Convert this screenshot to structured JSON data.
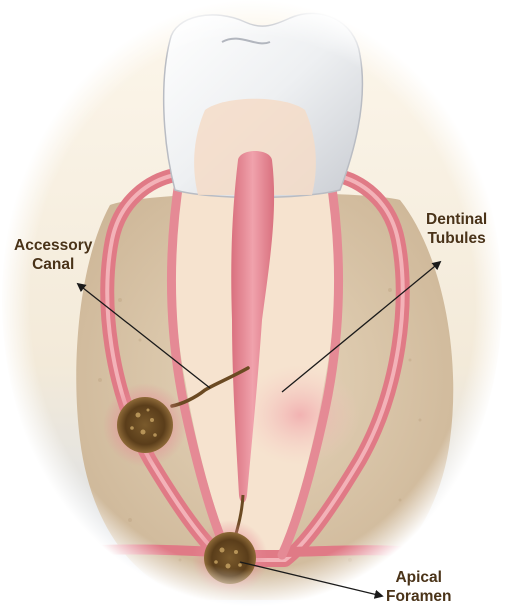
{
  "labels": {
    "accessory_canal": {
      "line1": "Accessory",
      "line2": "Canal"
    },
    "dentinal_tubules": {
      "line1": "Dentinal",
      "line2": "Tubules"
    },
    "apical_foramen": {
      "line1": "Apical",
      "line2": "Foramen"
    }
  },
  "colors": {
    "background_top": "#fbf3e4",
    "background_bottom": "#d7e0ec",
    "bone": "#dccbb0",
    "periodontal_ligament": "#e07a86",
    "dentin": "#f6e3cf",
    "enamel": "#f0f1f3",
    "pulp": "#e58a95",
    "lesion": "#6b4a22",
    "label_text": "#4a3318"
  }
}
